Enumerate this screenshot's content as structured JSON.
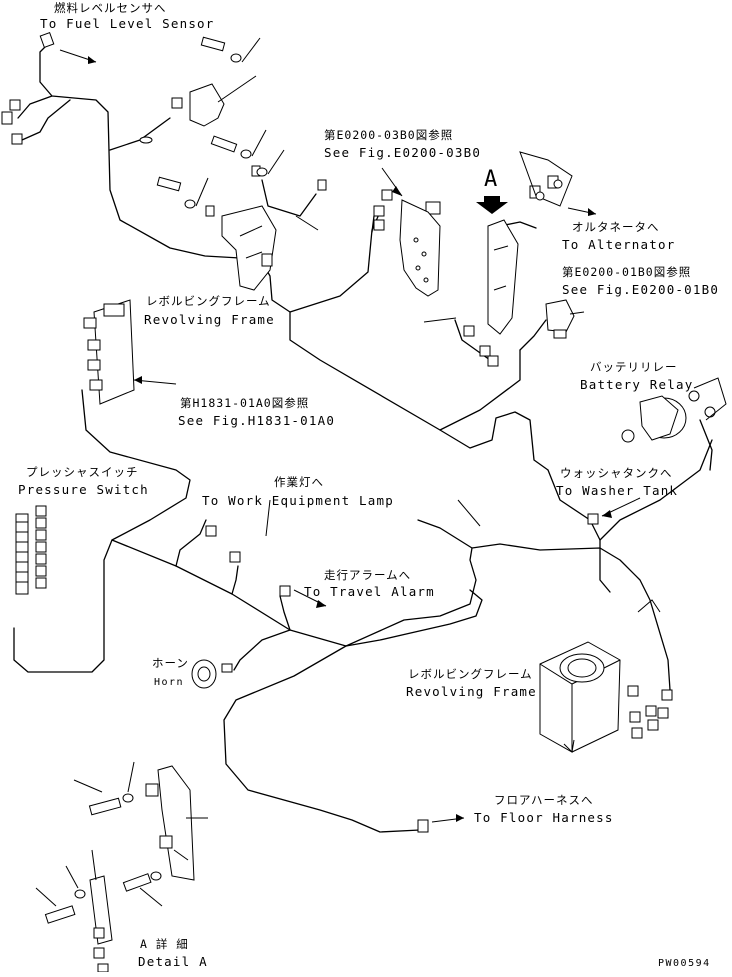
{
  "labels": {
    "fuel_jp": "燃料レベルセンサへ",
    "fuel_en": "To Fuel Level Sensor",
    "fig0300_jp": "第E0200-03B0図参照",
    "fig0300_en": "See Fig.E0200-03B0",
    "view_a": "A",
    "alt_jp": "オルタネータへ",
    "alt_en": "To Alternator",
    "fig0100_jp": "第E0200-01B0図参照",
    "fig0100_en": "See Fig.E0200-01B0",
    "rev1_jp": "レボルビングフレーム",
    "rev1_en": "Revolving Frame",
    "battery_jp": "バッテリリレー",
    "battery_en": "Battery Relay",
    "h1831_jp": "第H1831-01A0図参照",
    "h1831_en": "See Fig.H1831-01A0",
    "pressure_jp": "プレッシャスイッチ",
    "pressure_en": "Pressure Switch",
    "work_jp": "作業灯へ",
    "work_en": "To Work Equipment Lamp",
    "washer_jp": "ウォッシャタンクへ",
    "washer_en": "To Washer Tank",
    "travel_jp": "走行アラームへ",
    "travel_en": "To Travel Alarm",
    "horn_jp": "ホーン",
    "horn_en": "Horn",
    "rev2_jp": "レボルビングフレーム",
    "rev2_en": "Revolving Frame",
    "floor_jp": "フロアハーネスへ",
    "floor_en": "To Floor Harness",
    "detail_jp": "A 詳 細",
    "detail_en": "Detail A",
    "drawing_code": "PW00594"
  }
}
